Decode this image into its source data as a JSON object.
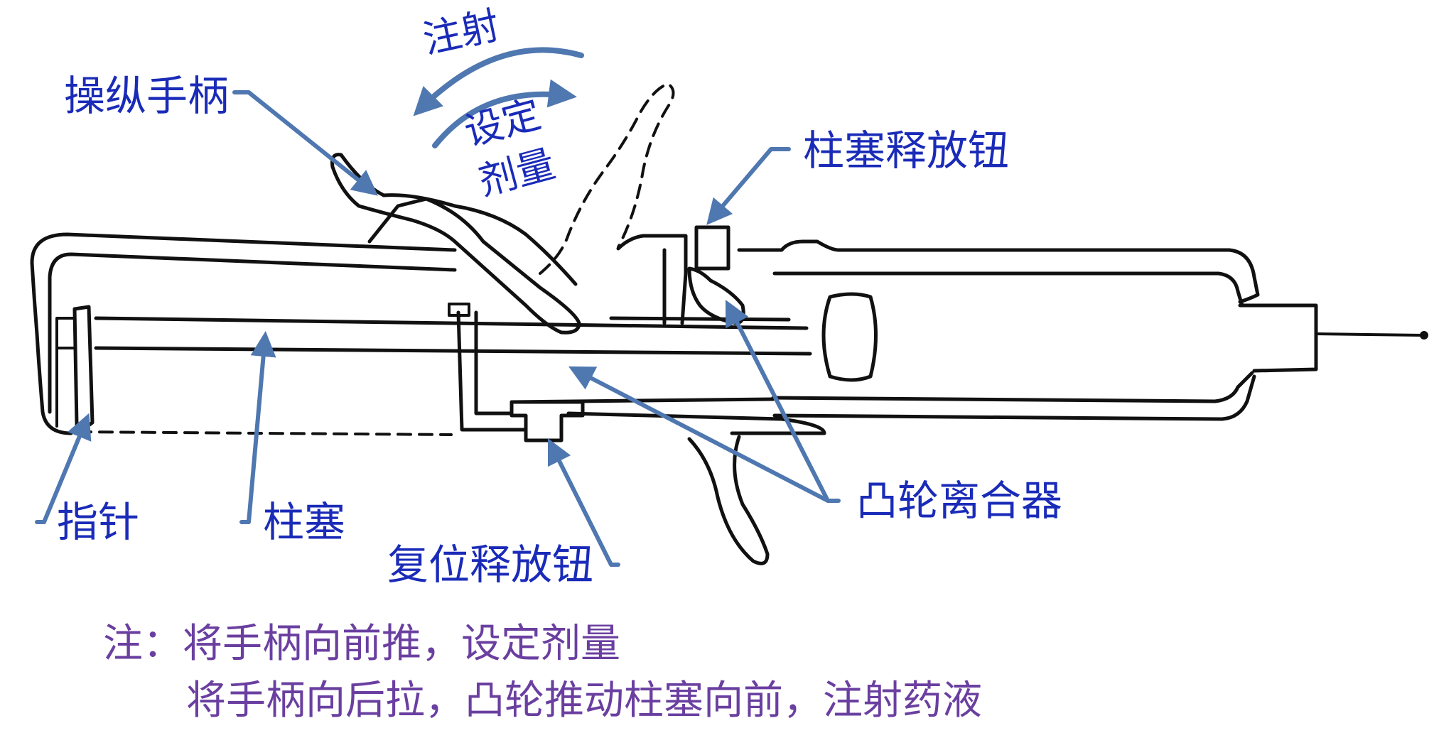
{
  "labels": {
    "handle": "操纵手柄",
    "plunger_release": "柱塞释放钮",
    "pointer": "指针",
    "plunger": "柱塞",
    "reset_release": "复位释放钮",
    "cam_clutch": "凸轮离合器"
  },
  "motion": {
    "inject": "注射",
    "set_dose_line1": "设定",
    "set_dose_line2": "剂量"
  },
  "note": {
    "line1": "注：将手柄向前推，设定剂量",
    "line2": "将手柄向后拉，凸轮推动柱塞向前，注射药液"
  },
  "colors": {
    "label_text": "#1a2bb8",
    "leader": "#4f77b0",
    "note_text": "#6a3fa0",
    "ink": "#111111"
  }
}
